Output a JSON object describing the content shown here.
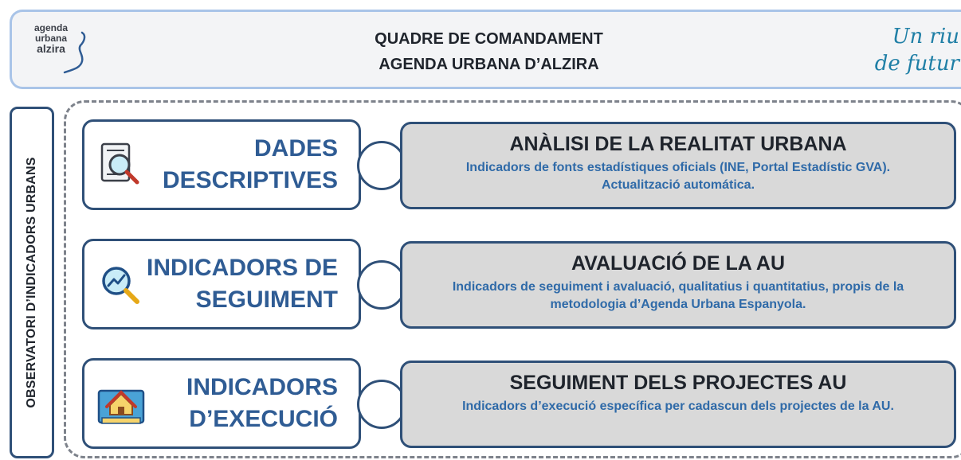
{
  "header": {
    "logo": {
      "line1": "agenda",
      "line2": "urbana",
      "line3": "alzira"
    },
    "title_line1": "QUADRE DE COMANDAMENT",
    "title_line2": "AGENDA URBANA D’ALZIRA",
    "slogan_line1": "Un riu",
    "slogan_line2": "de futur"
  },
  "sidebar": {
    "label": "OBSERVATORI D’INDICADORS URBANS"
  },
  "rows": [
    {
      "icon": "document-search-icon",
      "left_line1": "DADES",
      "left_line2": "DESCRIPTIVES",
      "right_title": "ANÀLISI DE LA REALITAT URBANA",
      "right_desc": "Indicadors de fonts estadístiques oficials (INE, Portal Estadístic GVA). Actualització automática."
    },
    {
      "icon": "magnifier-chart-icon",
      "left_line1": "INDICADORS DE",
      "left_line2": "SEGUIMENT",
      "right_title": "AVALUACIÓ DE LA AU",
      "right_desc": "Indicadors de seguiment i avaluació, qualitatius i quantitatius, propis de la metodologia d’Agenda Urbana Espanyola."
    },
    {
      "icon": "house-blueprint-icon",
      "left_line1": "INDICADORS",
      "left_line2": "D’EXECUCIÓ",
      "right_title": "SEGUIMENT DELS PROJECTES AU",
      "right_desc": "Indicadors d’execució específica per cadascun dels projectes de la AU."
    }
  ],
  "colors": {
    "frame_border": "#2f5078",
    "accent_text": "#2f5c94",
    "desc_text": "#2f6aa8",
    "card_fill": "#d9d9d9",
    "header_border": "#a9c4e8",
    "slogan": "#1f7fa6"
  }
}
